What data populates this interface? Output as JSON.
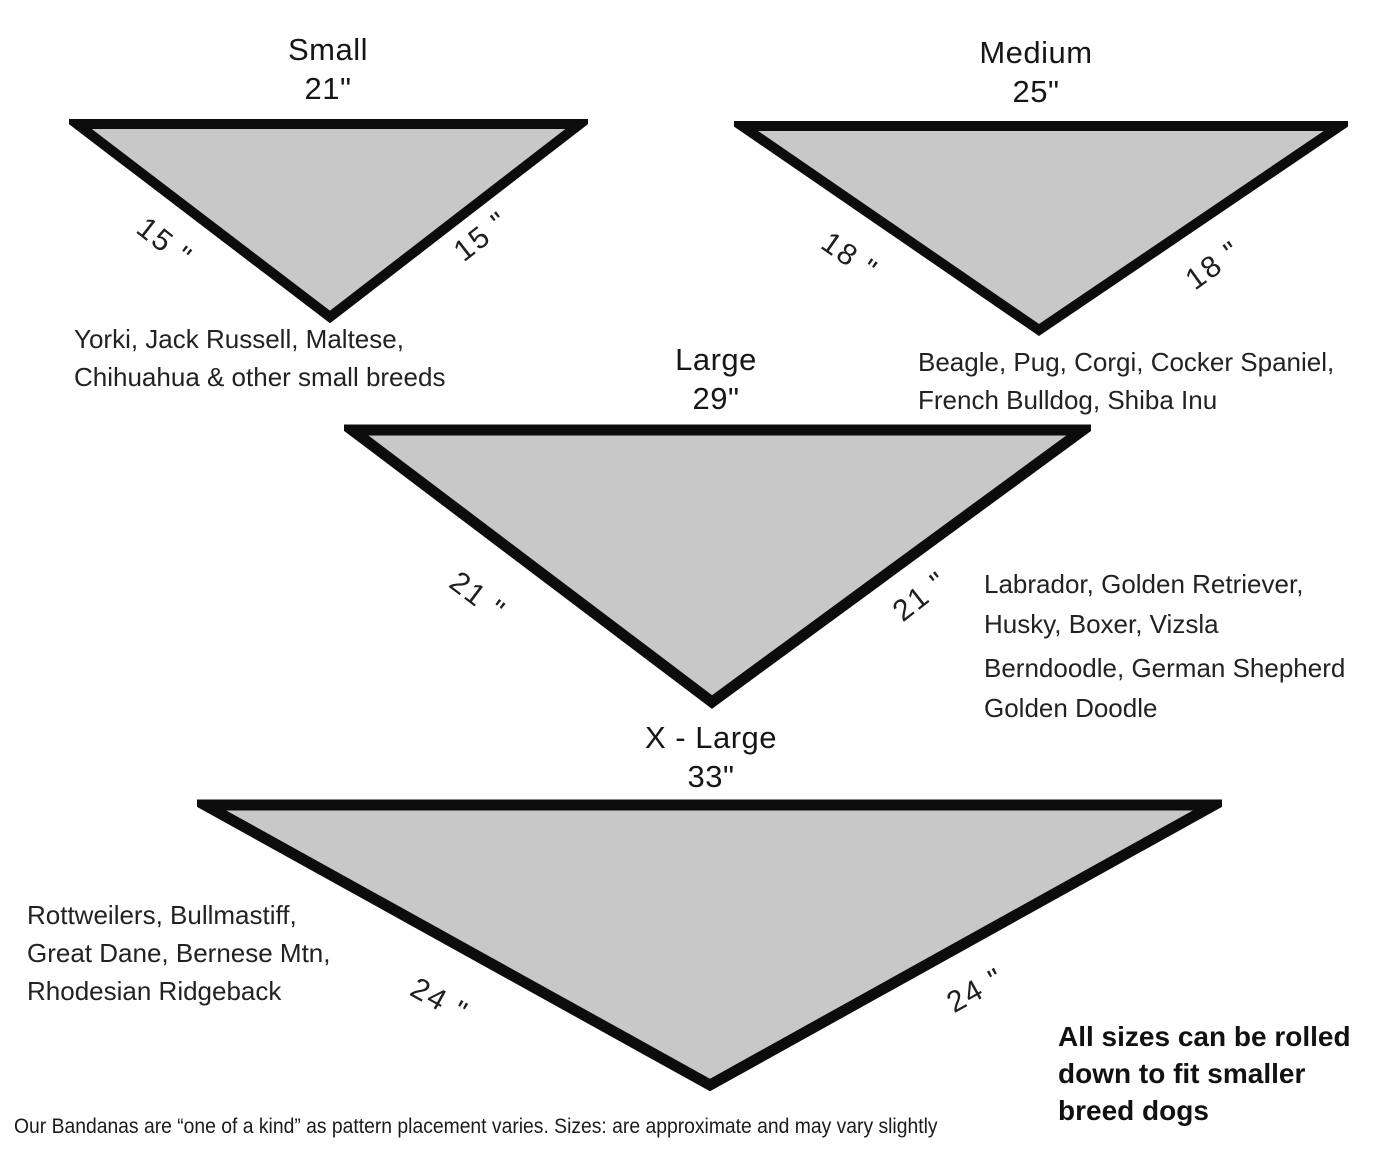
{
  "colors": {
    "triangle_fill": "#c8c8c8",
    "triangle_stroke": "#0c0c0c",
    "text": "#1b1b1b"
  },
  "sizes": [
    {
      "name": "Small",
      "top_measure": "21\"",
      "left_side": "15 \"",
      "right_side": "15 \"",
      "breeds": [
        "Yorki, Jack Russell, Maltese,",
        "Chihuahua & other small breeds"
      ]
    },
    {
      "name": "Medium",
      "top_measure": "25\"",
      "left_side": "18 \"",
      "right_side": "18 \"",
      "breeds": [
        "Beagle, Pug, Corgi, Cocker Spaniel,",
        "French Bulldog, Shiba Inu"
      ]
    },
    {
      "name": "Large",
      "top_measure": "29\"",
      "left_side": "21 \"",
      "right_side": "21 \"",
      "breeds": [
        "Labrador, Golden Retriever,",
        "Husky, Boxer, Vizsla",
        "Berndoodle, German Shepherd",
        "Golden Doodle"
      ]
    },
    {
      "name": "X - Large",
      "top_measure": "33\"",
      "left_side": "24 \"",
      "right_side": "24 \"",
      "breeds": [
        "Rottweilers, Bullmastiff,",
        "Great Dane, Bernese Mtn,",
        "Rhodesian Ridgeback"
      ]
    }
  ],
  "notes": {
    "rolled_lines": [
      "All sizes can be rolled",
      "down to fit smaller",
      "breed dogs"
    ],
    "footer": "Our Bandanas are “one of a kind” as pattern placement varies. Sizes: are approximate and may vary slightly"
  }
}
